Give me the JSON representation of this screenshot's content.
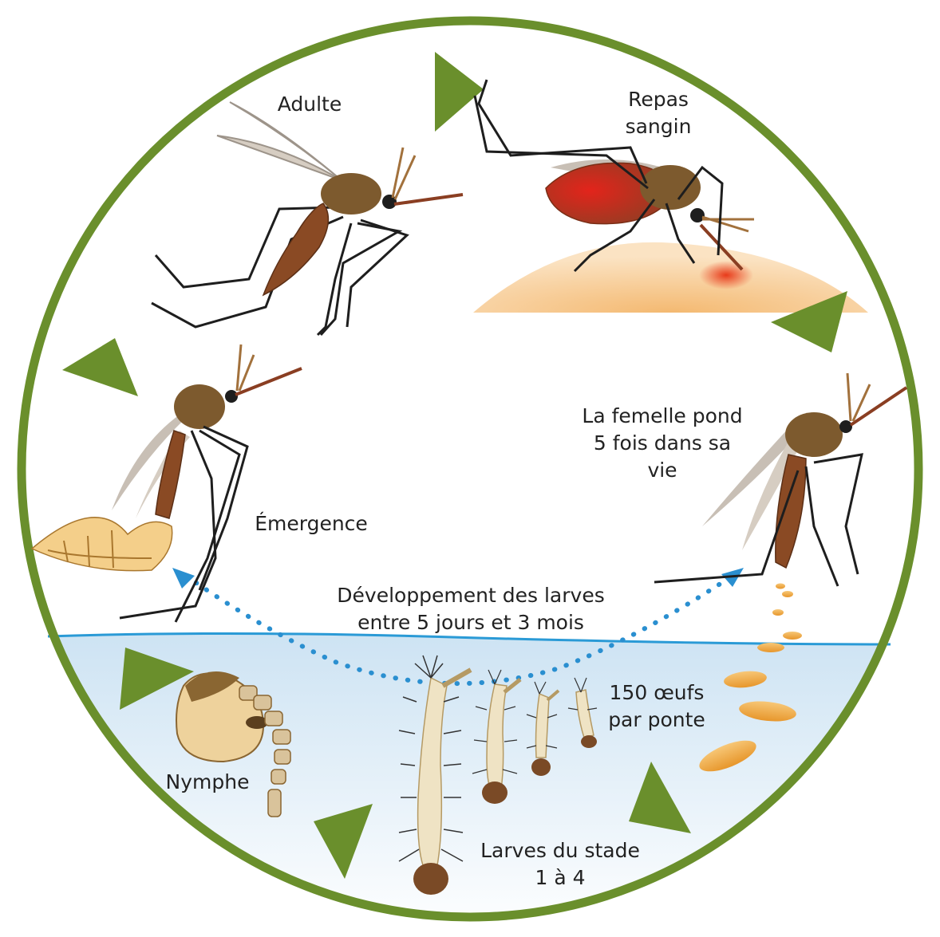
{
  "labels": {
    "adult": "Adulte",
    "blood_meal": "Repas\nsangin",
    "female_lays": "La femelle pond\n5 fois dans sa\nvie",
    "emergence": "Émergence",
    "larval_development": "Développement  des larves\nentre 5 jours et 3 mois",
    "eggs": "150 œufs\npar ponte",
    "pupa": "Nymphe",
    "larvae_stages": "Larves du stade\n1 à 4"
  },
  "colors": {
    "ring": "#6a8f2c",
    "arrow": "#6a8f2c",
    "water_line": "#2a9ad6",
    "dotted_path": "#2a8fd0",
    "skin": "#f6c98d",
    "egg": "#f0a93e",
    "mosquito_body": "#8a4a24",
    "mosquito_thorax": "#7d5a2e",
    "blood": "#d93020"
  }
}
